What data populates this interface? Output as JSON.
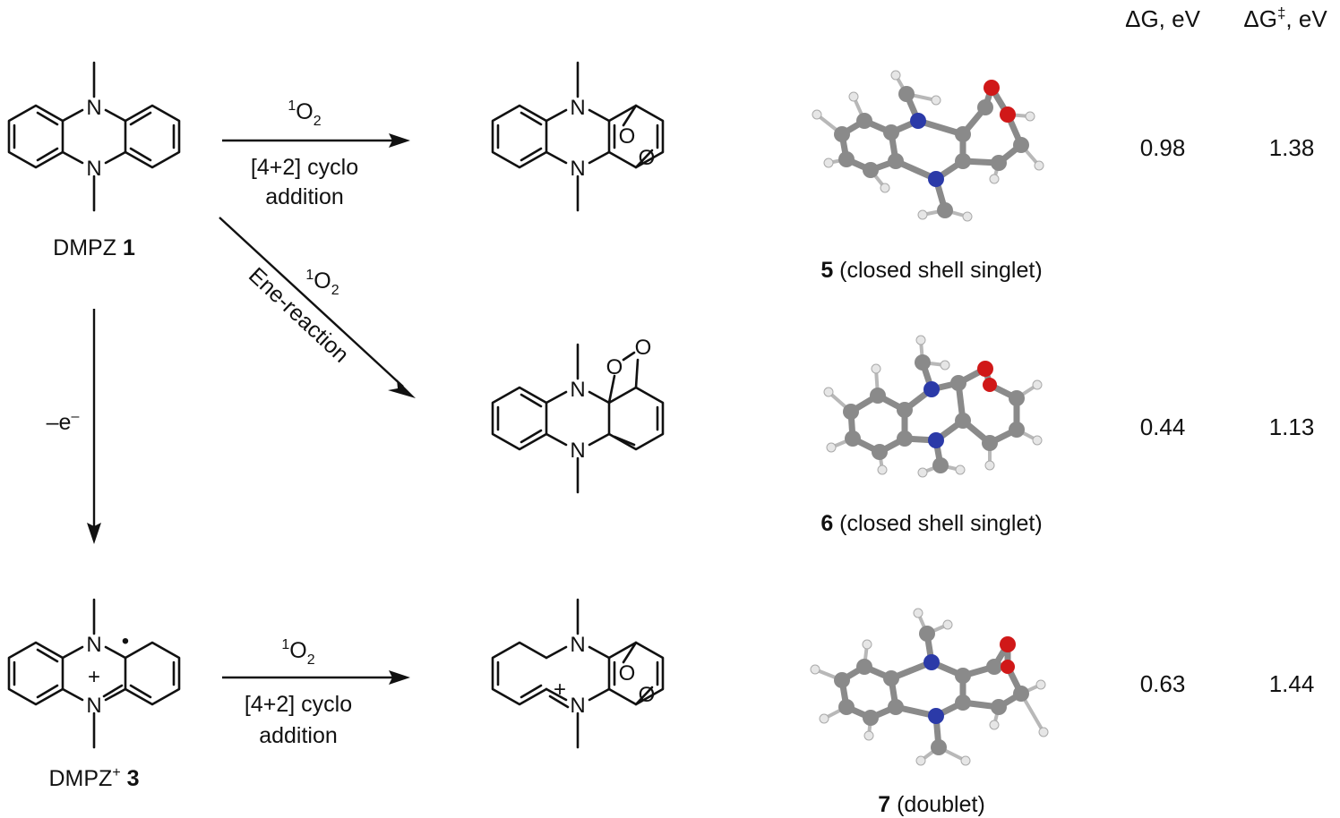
{
  "header": {
    "dg_label": "ΔG, eV",
    "dg_ts_prefix": "ΔG",
    "dg_ts_sup": "‡",
    "dg_ts_suffix": ", eV"
  },
  "reactants": {
    "dmpz": {
      "name": "DMPZ",
      "number": "1"
    },
    "dmpz_cation": {
      "name": "DMPZ",
      "sup": "+",
      "number": "3"
    }
  },
  "arrows": {
    "cyclo_top": {
      "reagent_sup": "1",
      "reagent": "O",
      "reagent_sub": "2",
      "line1": "[4+2] cyclo",
      "line2": "addition"
    },
    "ene": {
      "reagent_sup": "1",
      "reagent": "O",
      "reagent_sub": "2",
      "label": "Ene-reaction"
    },
    "oxidation": {
      "label": "–e",
      "label_sup": "–"
    },
    "cyclo_bottom": {
      "reagent_sup": "1",
      "reagent": "O",
      "reagent_sub": "2",
      "line1": "[4+2] cyclo",
      "line2": "addition"
    }
  },
  "atoms": {
    "N": "N",
    "O": "O",
    "plus": "+",
    "radical": "•"
  },
  "products": [
    {
      "number": "5",
      "state": "(closed shell singlet)",
      "dG": "0.98",
      "dG_ts": "1.38"
    },
    {
      "number": "6",
      "state": "(closed shell singlet)",
      "dG": "0.44",
      "dG_ts": "1.13"
    },
    {
      "number": "7",
      "state": "(doublet)",
      "dG": "0.63",
      "dG_ts": "1.44"
    }
  ],
  "colors": {
    "carbon": "#8a8a8a",
    "hydrogen": "#e6e6e6",
    "nitrogen": "#2b3aa8",
    "oxygen": "#d01818",
    "ink": "#111111"
  }
}
